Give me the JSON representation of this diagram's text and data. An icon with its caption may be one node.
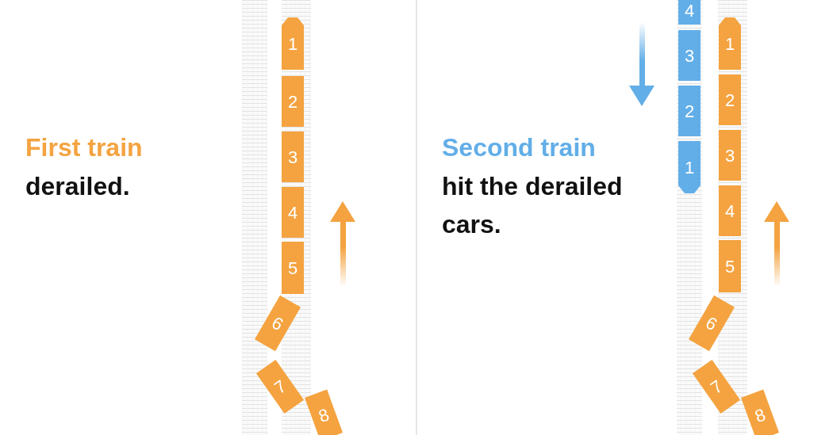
{
  "diagram": {
    "nodes": [
      {
        "text": [
          "1"
        ]
      },
      {
        "text": [
          "2"
        ]
      },
      {
        "text": [
          "3"
        ]
      },
      {
        "text": [
          "4"
        ]
      },
      {
        "text": [
          "5"
        ]
      },
      {
        "text": [
          "6"
        ]
      },
      {
        "text": [
          "7"
        ]
      },
      {
        "text": [
          "8"
        ]
      },
      {
        "text": [
          "4"
        ]
      },
      {
        "text": [
          "3"
        ]
      },
      {
        "text": [
          "2"
        ]
      },
      {
        "text": [
          "1"
        ]
      },
      {
        "text": [
          "1"
        ]
      },
      {
        "text": [
          "2"
        ]
      },
      {
        "text": [
          "3"
        ]
      },
      {
        "text": [
          "4"
        ]
      },
      {
        "text": [
          "5"
        ]
      },
      {
        "text": [
          "6"
        ]
      },
      {
        "text": [
          "7"
        ]
      },
      {
        "text": [
          "8"
        ]
      }
    ],
    "edges": [],
    "labels": [
      "First train",
      "derailed.",
      "Second train",
      "hit the derailed cars."
    ]
  }
}
